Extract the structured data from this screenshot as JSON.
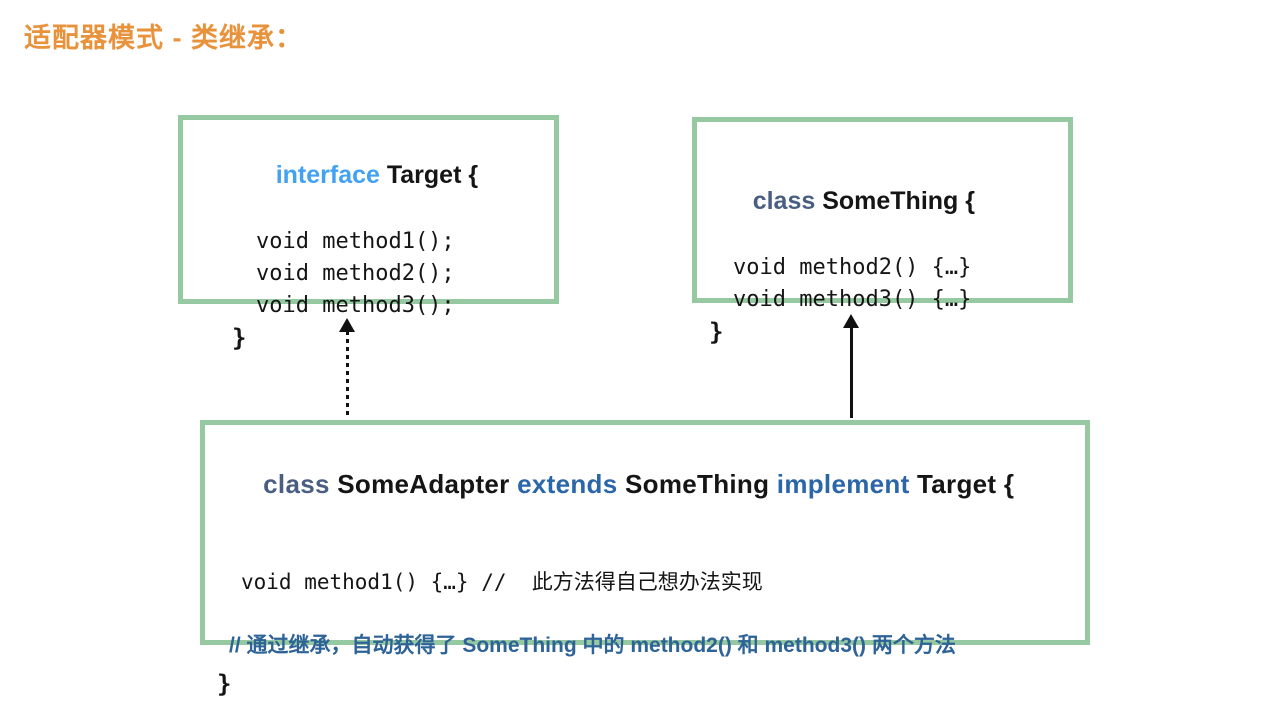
{
  "title": "适配器模式 - 类继承：",
  "colors": {
    "title_orange": "#E8923C",
    "box_border_green": "#96C8A2",
    "interface_keyword_blue": "#42A1F1",
    "class_keyword_slate": "#4A5E82",
    "extends_implement_blue": "#2B66A8",
    "comment_blue": "#2E6397",
    "text_black": "#151515"
  },
  "target_box": {
    "keyword": "interface ",
    "name": "Target {",
    "lines": [
      "void method1();",
      "void method2();",
      "void method3();"
    ],
    "close_brace": "}"
  },
  "something_box": {
    "keyword": "class ",
    "name": "SomeThing {",
    "lines": [
      "void method2() {…}",
      "void method3() {…}"
    ],
    "close_brace": "}"
  },
  "adapter_box": {
    "tokens": {
      "kw_class": "class ",
      "adapter_name": "SomeAdapter ",
      "kw_extends": "extends ",
      "parent_name": "SomeThing ",
      "kw_implement": "implement ",
      "target_name": "Target {"
    },
    "method_line": "void method1() {…} //  此方法得自己想办法实现",
    "comment_line": "// 通过继承，自动获得了 SomeThing 中的 method2() 和 method3() 两个方法",
    "close_brace": "}"
  }
}
